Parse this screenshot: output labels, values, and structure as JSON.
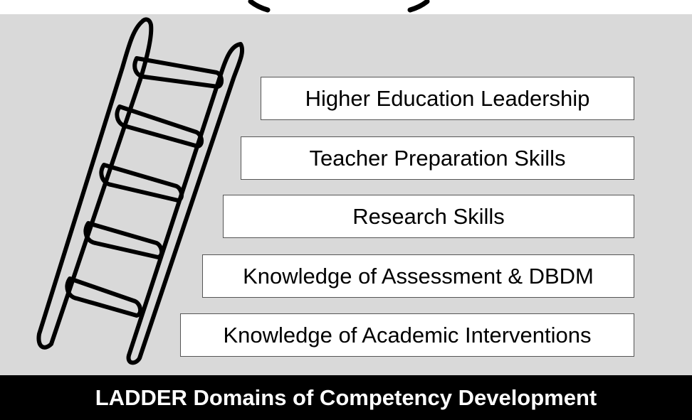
{
  "domains": [
    {
      "label": "Higher Education Leadership"
    },
    {
      "label": "Teacher Preparation Skills"
    },
    {
      "label": "Research Skills"
    },
    {
      "label": "Knowledge of Assessment & DBDM"
    },
    {
      "label": "Knowledge of Academic Interventions"
    }
  ],
  "footer": {
    "title": "LADDER Domains of Competency Development"
  },
  "colors": {
    "panel_background": "#d9d9d9",
    "box_background": "#ffffff",
    "footer_background": "#000000",
    "footer_text": "#ffffff",
    "ladder_stroke": "#000000"
  },
  "icons": {
    "ladder": "ladder-icon",
    "top_arrow": "curved-arrow-icon"
  }
}
